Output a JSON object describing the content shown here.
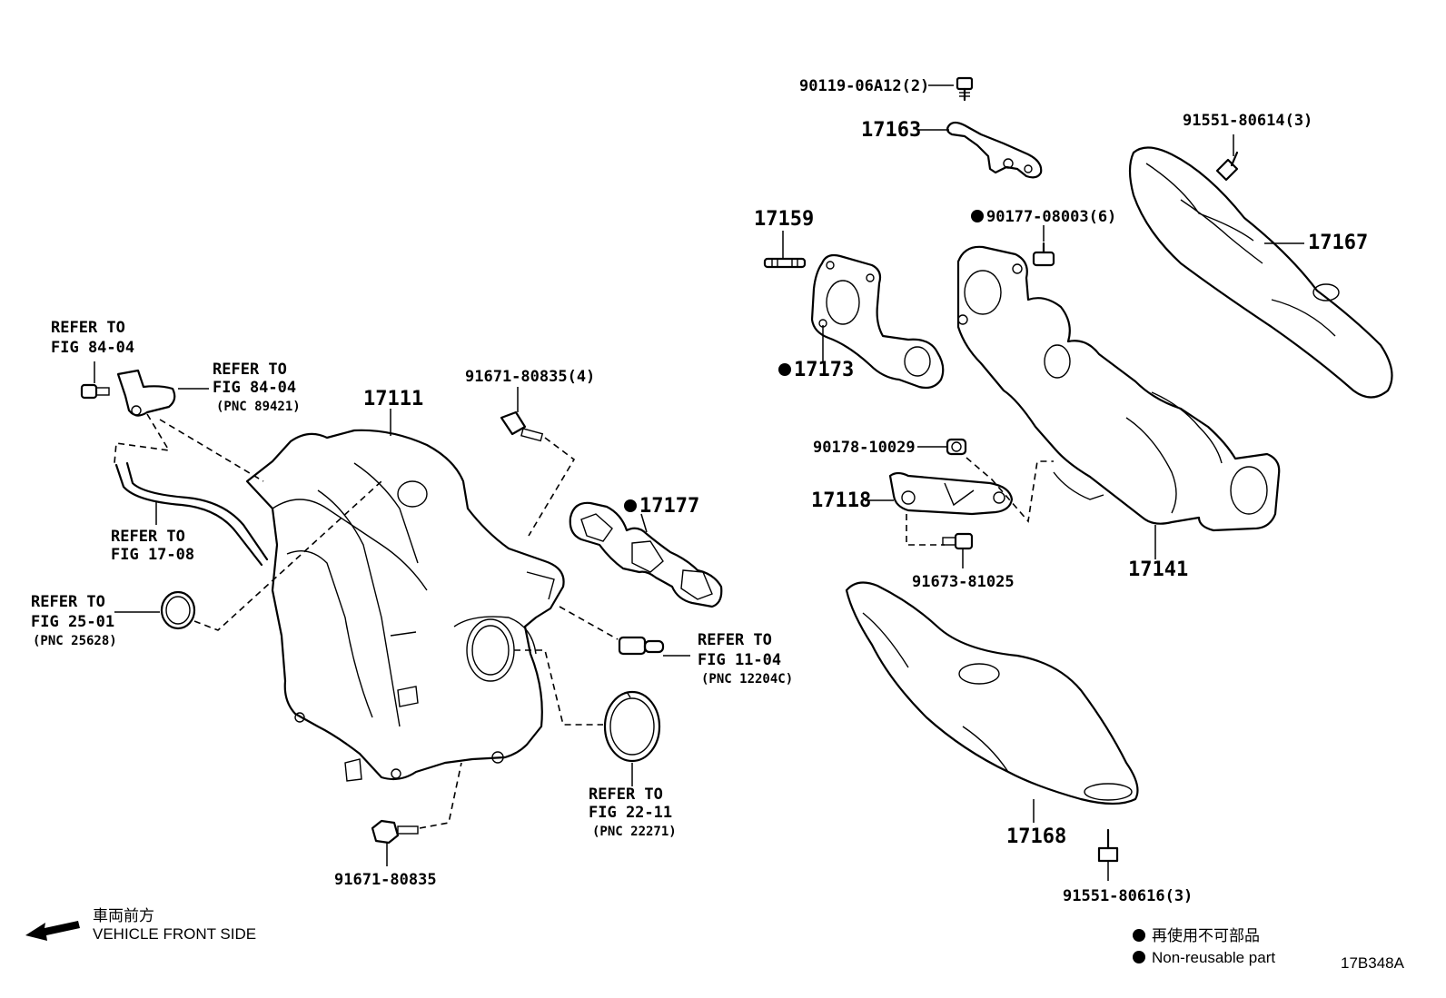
{
  "labels": {
    "p90119": "90119-06A12(2)",
    "p17163": "17163",
    "p91551_614": "91551-80614(3)",
    "p17159": "17159",
    "p90177": "90177-08003(6)",
    "p17167": "17167",
    "p17173": "17173",
    "p90178": "90178-10029",
    "p17118": "17118",
    "p17141": "17141",
    "p91673": "91673-81025",
    "p17111": "17111",
    "p91671_4": "91671-80835(4)",
    "p17177": "17177",
    "p91671": "91671-80835",
    "p17168": "17168",
    "p91551_616": "91551-80616(3)"
  },
  "refs": {
    "r1_l1": "REFER TO",
    "r1_l2": "FIG 84-04",
    "r2_l1": "REFER TO",
    "r2_l2": "FIG 84-04",
    "r2_l3": "(PNC 89421)",
    "r3_l1": "REFER TO",
    "r3_l2": "FIG 17-08",
    "r4_l1": "REFER TO",
    "r4_l2": "FIG 25-01",
    "r4_l3": "(PNC 25628)",
    "r5_l1": "REFER TO",
    "r5_l2": "FIG 11-04",
    "r5_l3": "(PNC 12204C)",
    "r6_l1": "REFER TO",
    "r6_l2": "FIG 22-11",
    "r6_l3": "(PNC 22271)"
  },
  "footer": {
    "front_jp": "車両前方",
    "front_en": "VEHICLE FRONT SIDE",
    "legend_jp": "再使用不可部品",
    "legend_en": "Non-reusable part",
    "figure_code": "17B348A"
  }
}
